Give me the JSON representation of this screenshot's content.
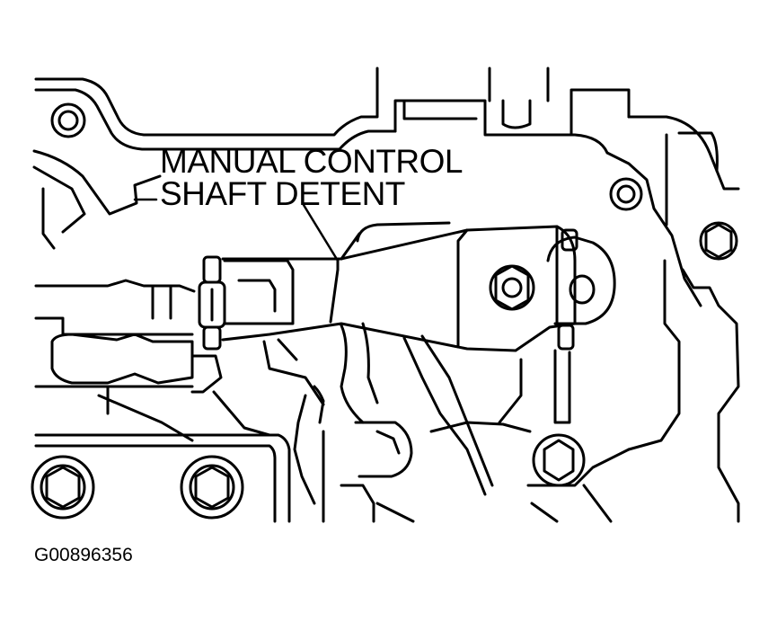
{
  "callout": {
    "line1": "MANUAL CONTROL",
    "line2": "SHAFT DETENT"
  },
  "figure_id": "G00896356",
  "colors": {
    "ink": "#000000",
    "paper": "#ffffff"
  }
}
